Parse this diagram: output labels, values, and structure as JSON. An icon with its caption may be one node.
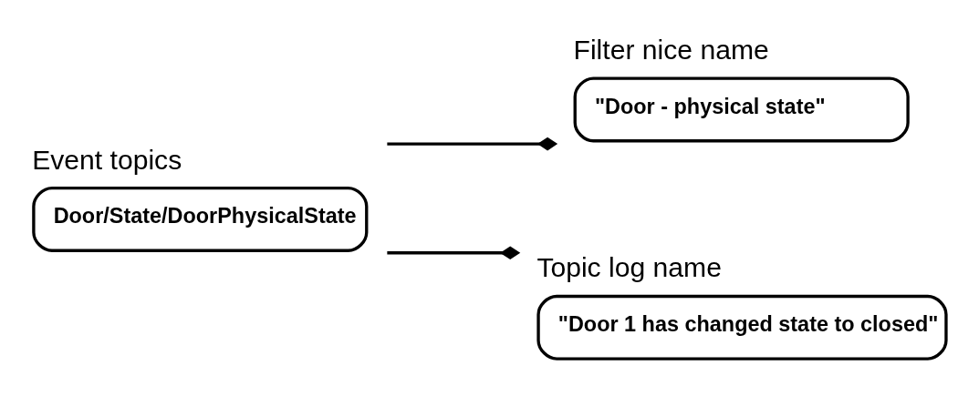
{
  "diagram": {
    "nodes": [
      {
        "text": [
          "Event topics",
          "Door/State/DoorPhysicalState"
        ]
      },
      {
        "text": [
          "Filter nice name",
          "\"Door - physical state\""
        ]
      },
      {
        "text": [
          "Topic log name",
          "\"Door 1 has changed state to closed\""
        ]
      }
    ],
    "edges": [
      {
        "from": 0,
        "to": 1,
        "arrow": "other"
      },
      {
        "from": 0,
        "to": 2,
        "arrow": "other"
      }
    ]
  }
}
